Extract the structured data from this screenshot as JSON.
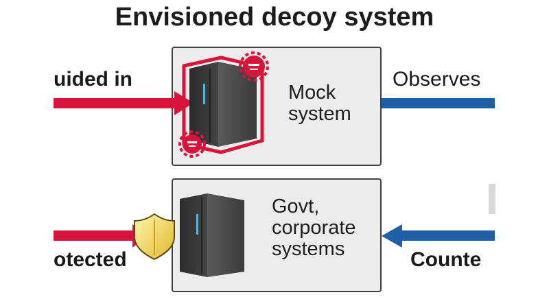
{
  "diagram": {
    "title": "Envisioned decoy system",
    "top_panel": {
      "label_lines": [
        "Mock",
        "system"
      ]
    },
    "bottom_panel": {
      "label_lines": [
        "Govt,",
        "corporate",
        "systems"
      ]
    },
    "left_labels": {
      "top": "uided in",
      "bottom": "otected"
    },
    "right_labels": {
      "top": "Observes",
      "bottom": "Counte"
    },
    "icons": {
      "top_server": "server-icon",
      "bottom_server": "server-icon",
      "virus": "virus-icon",
      "shield": "shield-icon"
    },
    "colors": {
      "attack_arrow": "#d9143a",
      "defense_arrow": "#1f5fa8",
      "panel": "#ececec",
      "server": "#4a4a4a",
      "shield": "#f2d54a"
    }
  }
}
